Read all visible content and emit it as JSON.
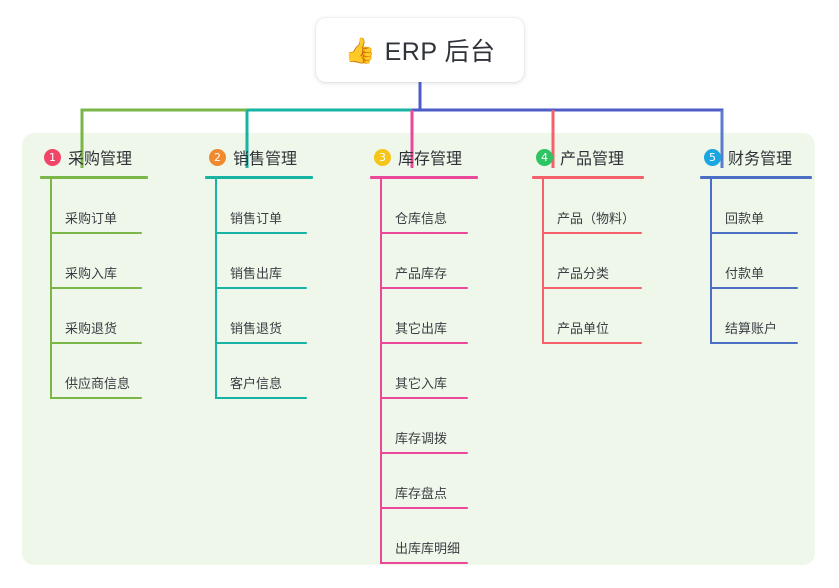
{
  "root": {
    "icon": "thumbs-up-icon",
    "emoji": "👍",
    "title": "ERP 后台"
  },
  "theme": {
    "page_background": "#ffffff",
    "panel_background": "#eef7e9",
    "root_card_background": "#ffffff",
    "text_color": "#2f3238",
    "trunk_color": "#4f5cc8"
  },
  "columns": [
    {
      "number": "1",
      "title": "采购管理",
      "badge_color": "#f14668",
      "line_color": "#7ab648",
      "connector_color": "#7ab648",
      "items": [
        {
          "label": "采购订单"
        },
        {
          "label": "采购入库"
        },
        {
          "label": "采购退货"
        },
        {
          "label": "供应商信息"
        }
      ]
    },
    {
      "number": "2",
      "title": "销售管理",
      "badge_color": "#f08a2e",
      "line_color": "#17b3a3",
      "connector_color": "#17b3a3",
      "items": [
        {
          "label": "销售订单"
        },
        {
          "label": "销售出库"
        },
        {
          "label": "销售退货"
        },
        {
          "label": "客户信息"
        }
      ]
    },
    {
      "number": "3",
      "title": "库存管理",
      "badge_color": "#f5c518",
      "line_color": "#ec4899",
      "connector_color": "#ec4899",
      "items": [
        {
          "label": "仓库信息"
        },
        {
          "label": "产品库存"
        },
        {
          "label": "其它出库"
        },
        {
          "label": "其它入库"
        },
        {
          "label": "库存调拨"
        },
        {
          "label": "库存盘点"
        },
        {
          "label": "出库库明细"
        }
      ]
    },
    {
      "number": "4",
      "title": "产品管理",
      "badge_color": "#2ec463",
      "line_color": "#f4616a",
      "connector_color": "#f4616a",
      "items": [
        {
          "label": "产品（物料）"
        },
        {
          "label": "产品分类"
        },
        {
          "label": "产品单位"
        }
      ]
    },
    {
      "number": "5",
      "title": "财务管理",
      "badge_color": "#1aa6e0",
      "line_color": "#4a6fc4",
      "connector_color": "#5a7cce",
      "items": [
        {
          "label": "回款单"
        },
        {
          "label": "付款单"
        },
        {
          "label": "结算账户"
        }
      ]
    }
  ]
}
